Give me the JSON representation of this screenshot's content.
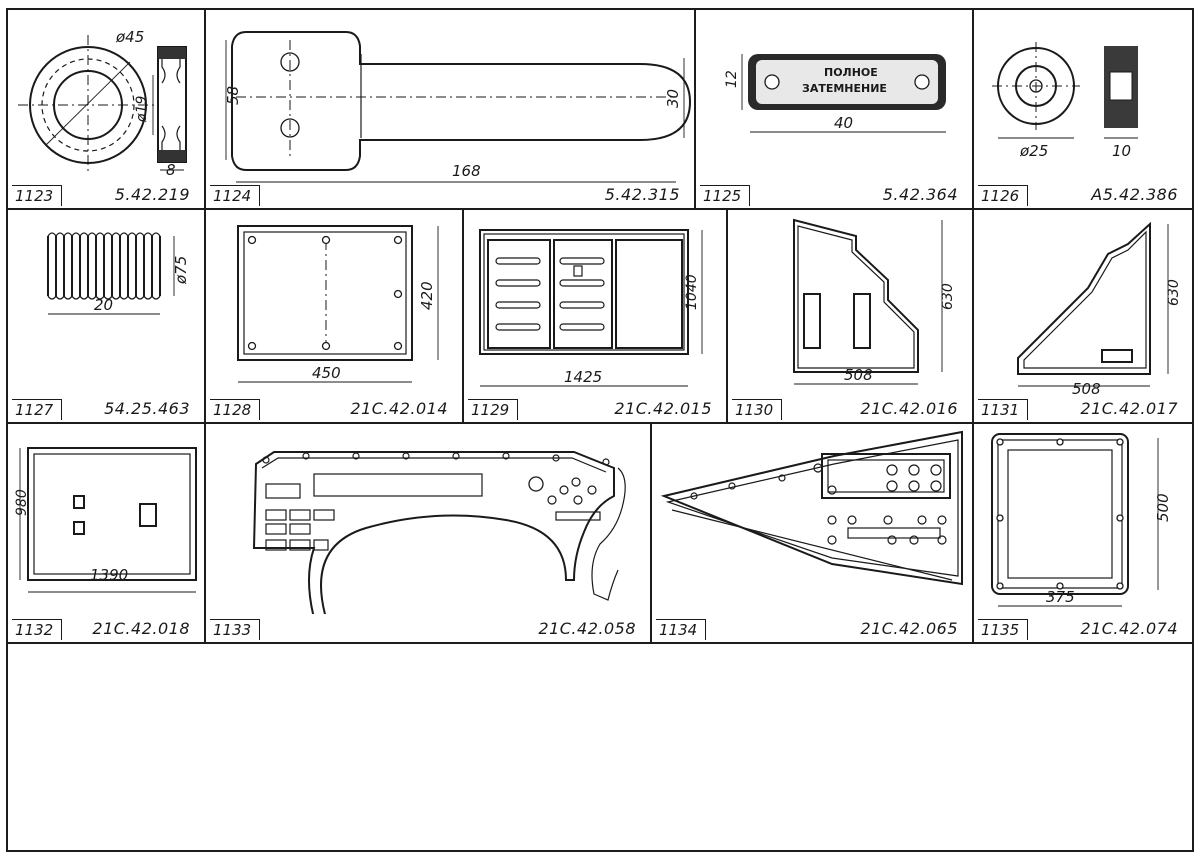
{
  "items": [
    {
      "num": "1123",
      "code": "5.42.219",
      "dims": [
        "ø45",
        "ø19",
        "8"
      ]
    },
    {
      "num": "1124",
      "code": "5.42.315",
      "dims": [
        "58",
        "30",
        "168"
      ]
    },
    {
      "num": "1125",
      "code": "5.42.364",
      "dims": [
        "12",
        "40"
      ],
      "plate_lines": [
        "ПОЛНОЕ",
        "ЗАТЕМНЕНИЕ"
      ]
    },
    {
      "num": "1126",
      "code": "А5.42.386",
      "dims": [
        "ø25",
        "10"
      ]
    },
    {
      "num": "1127",
      "code": "54.25.463",
      "dims": [
        "ø75",
        "20"
      ]
    },
    {
      "num": "1128",
      "code": "21С.42.014",
      "dims": [
        "420",
        "450"
      ]
    },
    {
      "num": "1129",
      "code": "21С.42.015",
      "dims": [
        "1040",
        "1425"
      ]
    },
    {
      "num": "1130",
      "code": "21С.42.016",
      "dims": [
        "630",
        "508"
      ]
    },
    {
      "num": "1131",
      "code": "21С.42.017",
      "dims": [
        "630",
        "508"
      ]
    },
    {
      "num": "1132",
      "code": "21С.42.018",
      "dims": [
        "980",
        "1390"
      ]
    },
    {
      "num": "1133",
      "code": "21С.42.058",
      "dims": []
    },
    {
      "num": "1134",
      "code": "21С.42.065",
      "dims": []
    },
    {
      "num": "1135",
      "code": "21С.42.074",
      "dims": [
        "500",
        "375"
      ]
    }
  ]
}
